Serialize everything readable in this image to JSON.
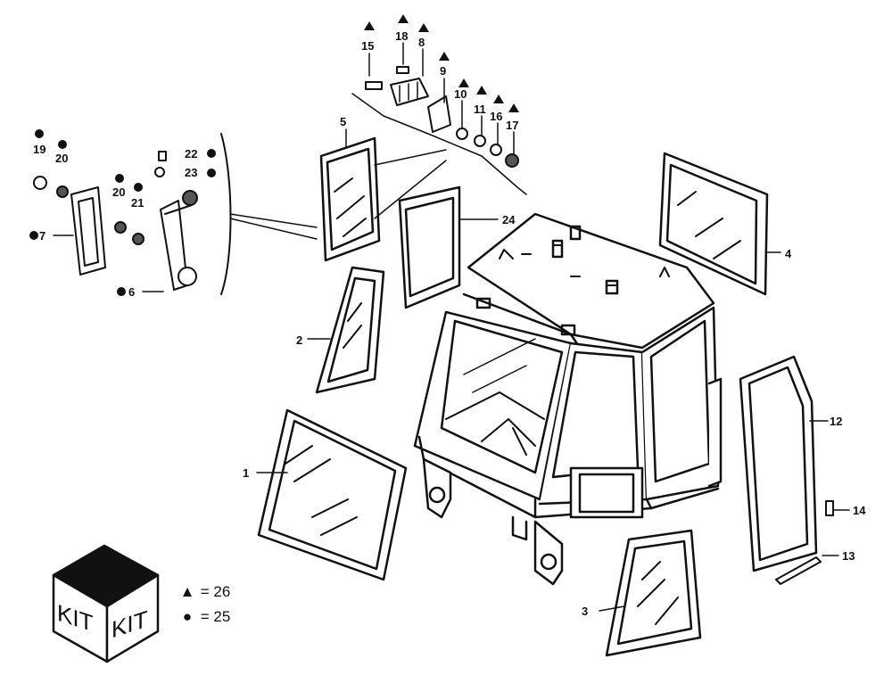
{
  "diagram": {
    "callouts": {
      "c1": "1",
      "c2": "2",
      "c3": "3",
      "c4": "4",
      "c5": "5",
      "c6": "6",
      "c7": "7",
      "c8": "8",
      "c9": "9",
      "c10": "10",
      "c11": "11",
      "c12": "12",
      "c13": "13",
      "c14": "14",
      "c15": "15",
      "c16": "16",
      "c17": "17",
      "c18": "18",
      "c19": "19",
      "c20a": "20",
      "c20b": "20",
      "c21": "21",
      "c22": "22",
      "c23": "23",
      "c24": "24"
    },
    "legend": [
      {
        "symbol": "▲",
        "text": "= 26"
      },
      {
        "symbol": "●",
        "text": "= 25"
      }
    ],
    "kit": {
      "label_left": "KIT",
      "label_right": "KIT"
    }
  }
}
